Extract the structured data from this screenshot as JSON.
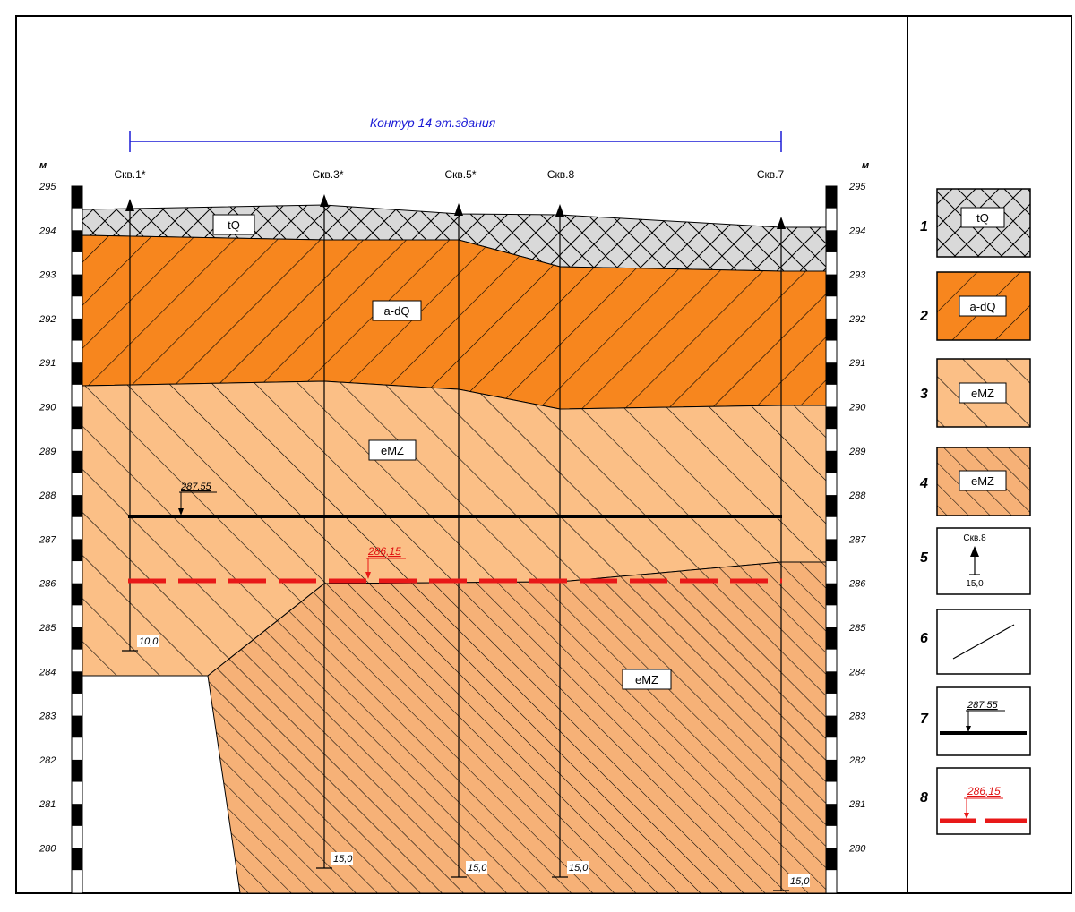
{
  "title": "Контур  14  эт.здания",
  "unit_left": "м",
  "unit_right": "м",
  "scale_labels": [
    "295",
    "294",
    "293",
    "292",
    "291",
    "290",
    "289",
    "288",
    "287",
    "286",
    "285",
    "284",
    "283",
    "282",
    "281",
    "280"
  ],
  "boreholes": [
    {
      "name": "Скв.1*",
      "depth": "10,0"
    },
    {
      "name": "Скв.3*",
      "depth": "15,0"
    },
    {
      "name": "Скв.5*",
      "depth": "15,0"
    },
    {
      "name": "Скв.8",
      "depth": "15,0"
    },
    {
      "name": "Скв.7",
      "depth": "15,0"
    }
  ],
  "layers": {
    "l1": "tQ",
    "l2": "a-dQ",
    "l3": "eMZ",
    "l4": "eMZ"
  },
  "water_level_black": "287,55",
  "water_level_red": "286,15",
  "colors": {
    "tQ": "#d8d8d8",
    "adQ": "#f7861e",
    "eMZ_light": "#fbbf86",
    "eMZ_dark": "#f6b177",
    "title_blue": "#1a1ad6",
    "water_red": "#e81818"
  },
  "legend": [
    {
      "num": "1",
      "label": "tQ"
    },
    {
      "num": "2",
      "label": "a-dQ"
    },
    {
      "num": "3",
      "label": "eMZ"
    },
    {
      "num": "4",
      "label": "eMZ"
    },
    {
      "num": "5",
      "borehole": "Скв.8",
      "depth": "15,0"
    },
    {
      "num": "6"
    },
    {
      "num": "7",
      "level": "287,55"
    },
    {
      "num": "8",
      "level": "286,15"
    }
  ]
}
